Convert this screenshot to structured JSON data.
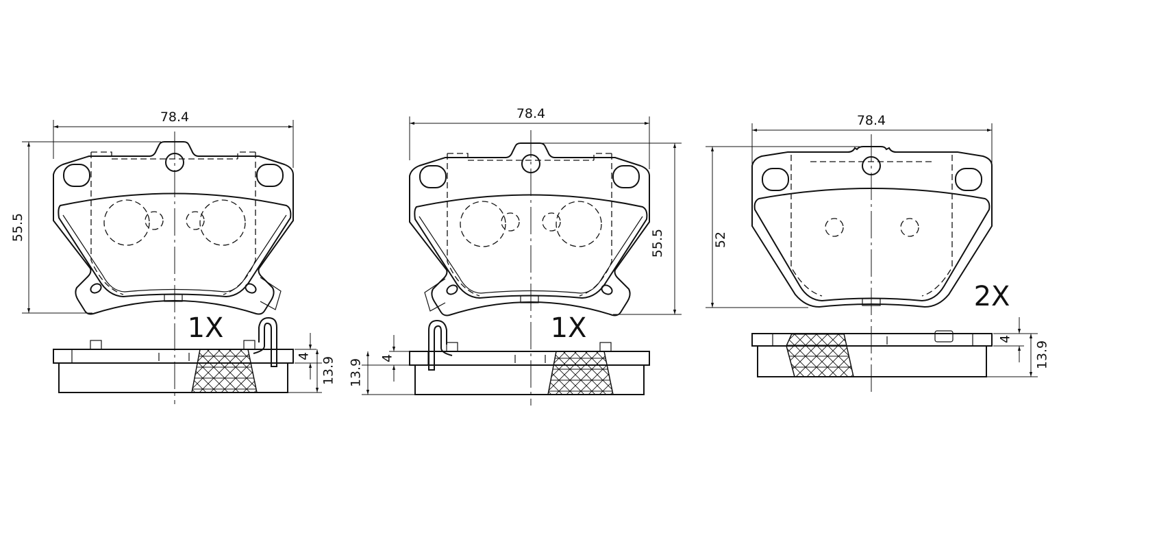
{
  "pads": [
    {
      "width_label": "78.4",
      "height_label": "55.5",
      "quantity": "1X",
      "shim_label": "4",
      "thickness_label": "13.9"
    },
    {
      "width_label": "78.4",
      "height_label": "55.5",
      "quantity": "1X",
      "shim_label": "4",
      "thickness_label": "13.9"
    },
    {
      "width_label": "78.4",
      "height_label": "52",
      "quantity": "2X",
      "shim_label": "4",
      "thickness_label": "13.9"
    }
  ],
  "colors": {
    "line": "#111111",
    "background": "#ffffff"
  }
}
